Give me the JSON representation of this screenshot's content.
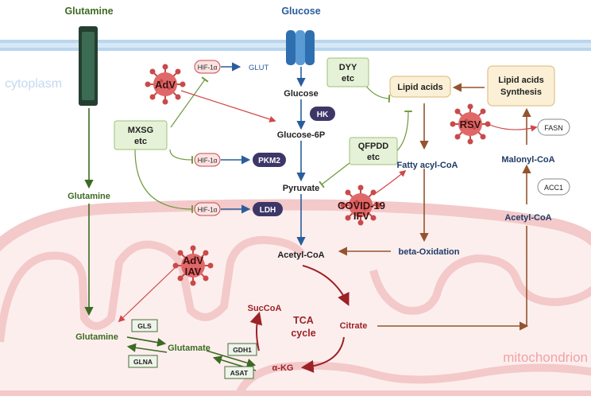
{
  "labels": {
    "glutamine_top": "Glutamine",
    "glucose_top": "Glucose",
    "cytoplasm": "cytoplasm",
    "mitochondrion": "mitochondrion",
    "glut": "GLUT",
    "glucose": "Glucose",
    "glucose_6p": "Glucose-6P",
    "pyruvate": "Pyruvate",
    "acetyl_coa_mito": "Acetyl-CoA",
    "glutamine_cyto": "Glutamine",
    "glutamine_mito": "Glutamine",
    "glutamate": "Glutamate",
    "succoa": "SucCoA",
    "tca_line1": "TCA",
    "tca_line2": "cycle",
    "citrate": "Citrate",
    "akg": "α-KG",
    "lipid_acids": "Lipid acids",
    "lipid_synth_line1": "Lipid acids",
    "lipid_synth_line2": "Synthesis",
    "fatty_acyl_coa": "Fatty acyl-CoA",
    "beta_oxidation": "beta-Oxidation",
    "malonyl_coa": "Malonyl-CoA",
    "acetyl_coa_cyto": "Acetyl-CoA"
  },
  "enzymes": {
    "hk": "HK",
    "pkm2": "PKM2",
    "ldh": "LDH",
    "hif1": "HIF-1α",
    "fasn": "FASN",
    "acc1": "ACC1",
    "gls": "GLS",
    "glna": "GLNA",
    "gdh1": "GDH1",
    "asat": "ASAT"
  },
  "drugs": {
    "mxsg_line1": "MXSG",
    "mxsg_line2": "etc",
    "dyy_line1": "DYY",
    "dyy_line2": "etc",
    "qfpdd_line1": "QFPDD",
    "qfpdd_line2": "etc"
  },
  "viruses": {
    "adv": "AdV",
    "rsv": "RSV",
    "covid_line1": "COVID-19",
    "covid_line2": "IFV",
    "adv_iav_line1": "AdV",
    "adv_iav_line2": "IAV"
  },
  "colors": {
    "membrane": "#b9d6ef",
    "glucose_flow": "#2a5d9c",
    "glutamine_flow": "#3c6b22",
    "lipid_flow": "#94542e",
    "tca": "#9b2226",
    "virus_arrow": "#cf4848",
    "inhibit": "#6b9a3a",
    "mito_fill": "#fdeeee",
    "mito_stroke": "#f3c9c9"
  }
}
